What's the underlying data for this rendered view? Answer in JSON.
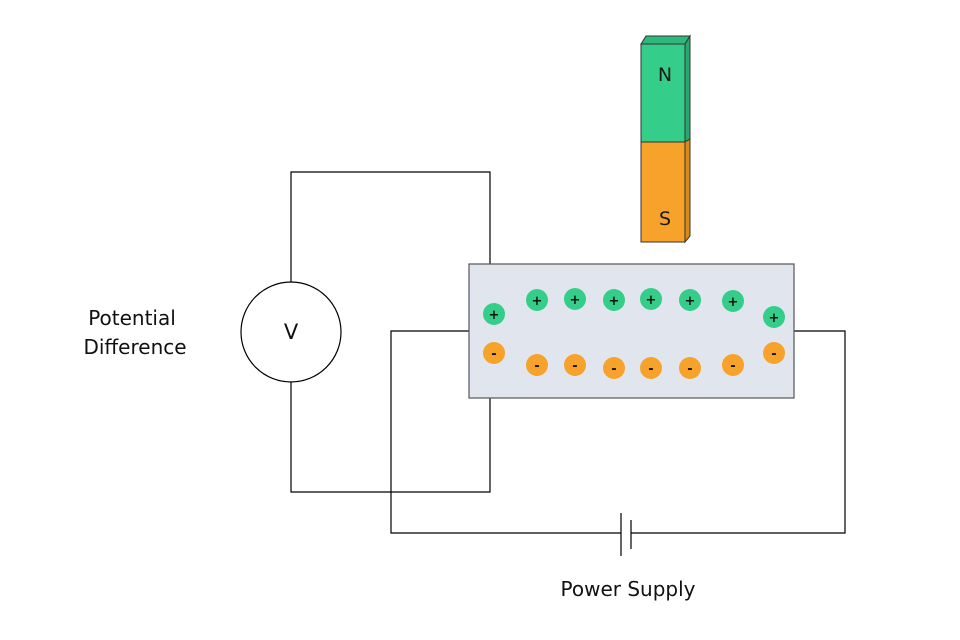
{
  "labels": {
    "potential_line1": "Potential",
    "potential_line2": "Difference",
    "power_supply": "Power Supply",
    "voltmeter": "V",
    "north": "N",
    "south": "S"
  },
  "charges": {
    "positive_symbol": "+",
    "negative_symbol": "-",
    "positive_count": 8,
    "negative_count": 8
  },
  "colors": {
    "north_pole": "#34CE8A",
    "south_pole": "#F7A22A",
    "positive_charge": "#34CE8A",
    "negative_charge": "#F7A22A",
    "conductor_plate": "#E1E6EE"
  }
}
